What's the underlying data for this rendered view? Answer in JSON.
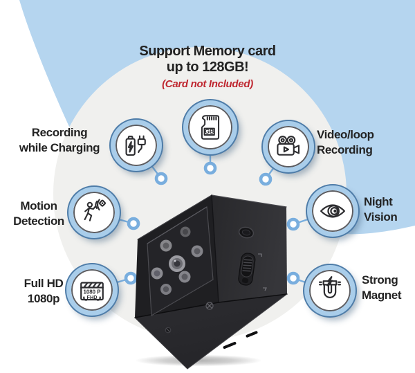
{
  "header": {
    "line1": "Support Memory card",
    "line2": "up to 128GB!",
    "disclaimer": "(Card not Included)"
  },
  "features": [
    {
      "id": "memory-card",
      "icon": "memory-card-icon",
      "icon_label": "GB",
      "lines": []
    },
    {
      "id": "recording-while-charging",
      "icon": "battery-charging-icon",
      "lines": [
        "Recording",
        "while Charging"
      ]
    },
    {
      "id": "video-loop-recording",
      "icon": "video-camera-icon",
      "lines": [
        "Video/loop",
        "Recording"
      ]
    },
    {
      "id": "motion-detection",
      "icon": "motion-sensor-icon",
      "lines": [
        "Motion",
        "Detection"
      ]
    },
    {
      "id": "night-vision",
      "icon": "eye-icon",
      "lines": [
        "Night",
        "Vision"
      ]
    },
    {
      "id": "full-hd-1080p",
      "icon": "clapperboard-icon",
      "icon_label_top": "1080 P",
      "icon_label_bottom": "FHD",
      "lines": [
        "Full HD",
        "1080p"
      ]
    },
    {
      "id": "strong-magnet",
      "icon": "magnet-icon",
      "lines": [
        "Strong",
        "Magnet"
      ]
    }
  ],
  "colors": {
    "background_blue": "#b5d5ef",
    "stage_circle": "#f0f0ee",
    "ring_blue": "#a9cdea",
    "connector_blue": "#79aede",
    "heading_text": "#222222",
    "disclaimer_red": "#bf2730",
    "cube_dark": "#232326"
  }
}
